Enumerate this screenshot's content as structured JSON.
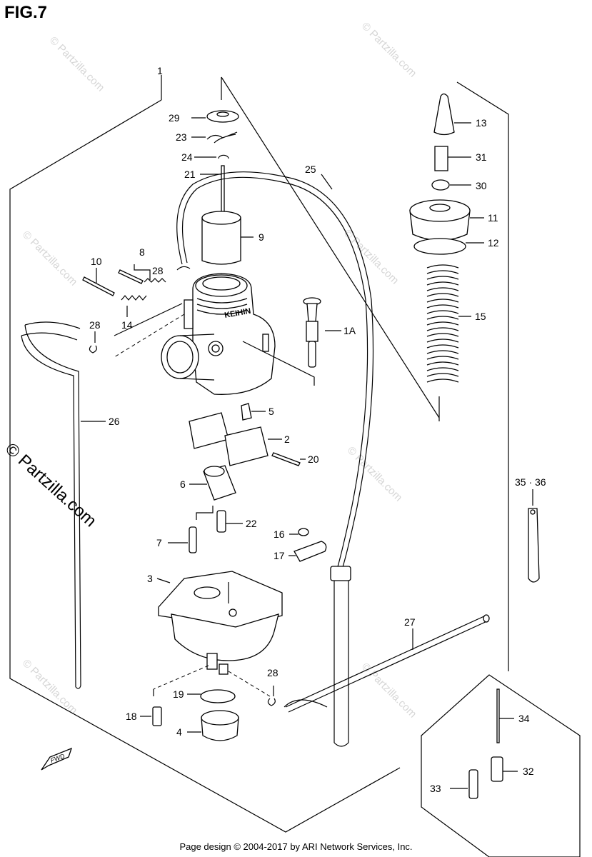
{
  "figure_title": "FIG.7",
  "footer": "Page design © 2004-2017 by ARI Network Services, Inc.",
  "watermark": "© Partzilla.com",
  "fwd_label": "FWD",
  "callouts": {
    "c1": "1",
    "c1a": "1A",
    "c2": "2",
    "c3": "3",
    "c4": "4",
    "c5": "5",
    "c6": "6",
    "c7": "7",
    "c8": "8",
    "c9": "9",
    "c10": "10",
    "c11": "11",
    "c12": "12",
    "c13": "13",
    "c14": "14",
    "c15": "15",
    "c16": "16",
    "c17": "17",
    "c18": "18",
    "c19": "19",
    "c20": "20",
    "c21": "21",
    "c22": "22",
    "c23": "23",
    "c24": "24",
    "c25": "25",
    "c26": "26",
    "c27": "27",
    "c28a": "28",
    "c28b": "28",
    "c28c": "28",
    "c29": "29",
    "c30": "30",
    "c31": "31",
    "c32": "32",
    "c33": "33",
    "c34": "34",
    "c3536": "35 · 36"
  },
  "carb_brand": "KEIHIN"
}
